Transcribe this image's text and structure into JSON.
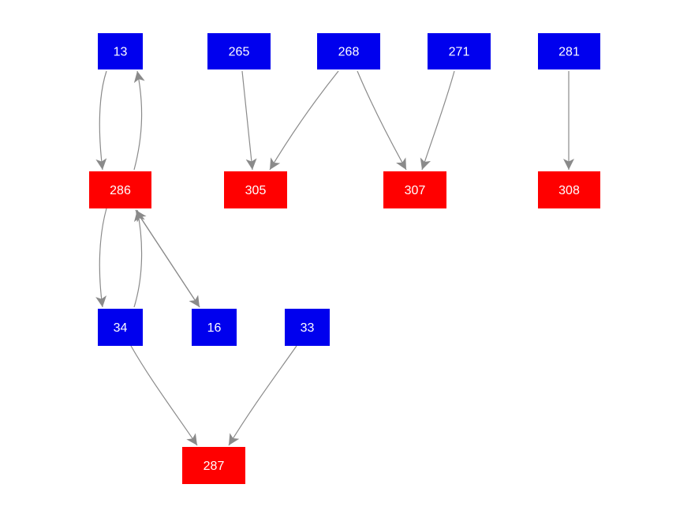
{
  "colors": {
    "source_node": "#0000ee",
    "target_node": "#ff0000",
    "edge": "#8a8a8a",
    "label": "#ffffff"
  },
  "nodes": [
    {
      "id": "13",
      "label": "13",
      "kind": "source_node"
    },
    {
      "id": "265",
      "label": "265",
      "kind": "source_node"
    },
    {
      "id": "268",
      "label": "268",
      "kind": "source_node"
    },
    {
      "id": "271",
      "label": "271",
      "kind": "source_node"
    },
    {
      "id": "281",
      "label": "281",
      "kind": "source_node"
    },
    {
      "id": "286",
      "label": "286",
      "kind": "target_node"
    },
    {
      "id": "305",
      "label": "305",
      "kind": "target_node"
    },
    {
      "id": "307",
      "label": "307",
      "kind": "target_node"
    },
    {
      "id": "308",
      "label": "308",
      "kind": "target_node"
    },
    {
      "id": "34",
      "label": "34",
      "kind": "source_node"
    },
    {
      "id": "16",
      "label": "16",
      "kind": "source_node"
    },
    {
      "id": "33",
      "label": "33",
      "kind": "source_node"
    },
    {
      "id": "287",
      "label": "287",
      "kind": "target_node"
    }
  ],
  "edges": [
    {
      "from": "13",
      "to": "286"
    },
    {
      "from": "286",
      "to": "13"
    },
    {
      "from": "265",
      "to": "305"
    },
    {
      "from": "268",
      "to": "305"
    },
    {
      "from": "268",
      "to": "307"
    },
    {
      "from": "271",
      "to": "307"
    },
    {
      "from": "281",
      "to": "308"
    },
    {
      "from": "286",
      "to": "34"
    },
    {
      "from": "34",
      "to": "286"
    },
    {
      "from": "286",
      "to": "16"
    },
    {
      "from": "16",
      "to": "286"
    },
    {
      "from": "34",
      "to": "287"
    },
    {
      "from": "33",
      "to": "287"
    }
  ]
}
